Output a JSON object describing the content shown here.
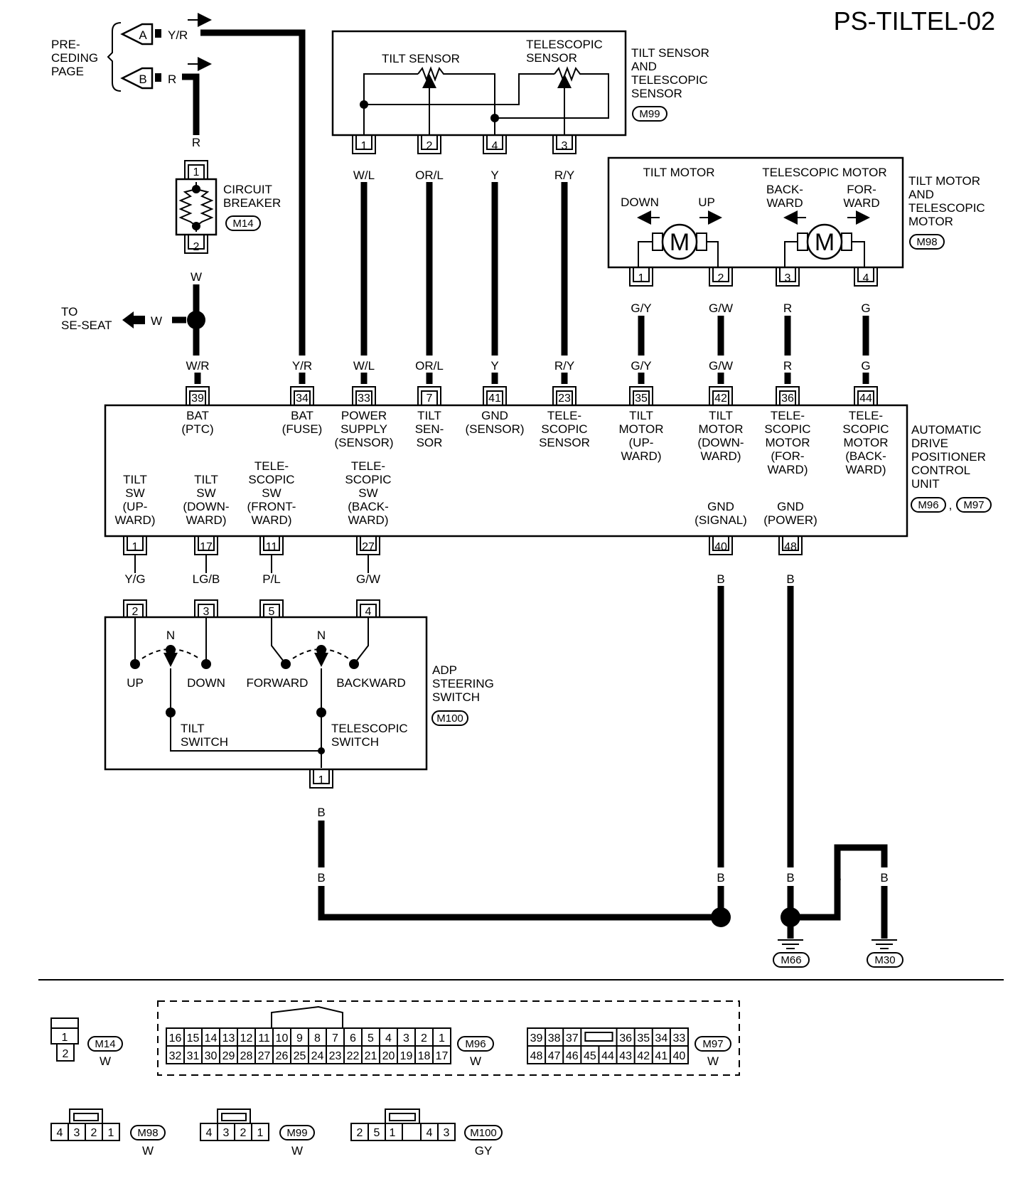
{
  "title": "PS-TILTEL-02",
  "preceding": {
    "line1": "PRE-",
    "line2": "CEDING",
    "line3": "PAGE",
    "a": "A",
    "b": "B",
    "yr": "Y/R",
    "r": "R"
  },
  "circuit_breaker": {
    "l1": "CIRCUIT",
    "l2": "BREAKER",
    "conn": "M14",
    "p1": "1",
    "p2": "2",
    "wire_top": "R",
    "wire_bot": "W"
  },
  "to_seseat": {
    "l1": "TO",
    "l2": "SE-SEAT",
    "wire": "W"
  },
  "sensor": {
    "tilt": "TILT SENSOR",
    "tele1": "TELESCOPIC",
    "tele2": "SENSOR",
    "n1": "TILT SENSOR",
    "n2": "AND",
    "n3": "TELESCOPIC",
    "n4": "SENSOR",
    "conn": "M99",
    "pins": [
      "1",
      "2",
      "4",
      "3"
    ],
    "wires": [
      "W/L",
      "OR/L",
      "Y",
      "R/Y"
    ]
  },
  "motor": {
    "tilt": "TILT MOTOR",
    "tele": "TELESCOPIC MOTOR",
    "down": "DOWN",
    "up": "UP",
    "back1": "BACK-",
    "back2": "WARD",
    "for1": "FOR-",
    "for2": "WARD",
    "m": "M",
    "n1": "TILT MOTOR",
    "n2": "AND",
    "n3": "TELESCOPIC",
    "n4": "MOTOR",
    "conn": "M98",
    "pins": [
      "1",
      "2",
      "3",
      "4"
    ],
    "wires": [
      "G/Y",
      "G/W",
      "R",
      "G"
    ]
  },
  "unit": {
    "n1": "AUTOMATIC",
    "n2": "DRIVE",
    "n3": "POSITIONER",
    "n4": "CONTROL",
    "n5": "UNIT",
    "conn1": "M96",
    "sep": ",",
    "conn2": "M97",
    "top_wires": [
      "W/R",
      "Y/R",
      "W/L",
      "OR/L",
      "Y",
      "R/Y",
      "G/Y",
      "G/W",
      "R",
      "G"
    ],
    "top_pins": [
      "39",
      "34",
      "33",
      "7",
      "41",
      "23",
      "35",
      "42",
      "36",
      "44"
    ],
    "top_labels": [
      [
        "BAT",
        "(PTC)"
      ],
      [
        "BAT",
        "(FUSE)"
      ],
      [
        "POWER",
        "SUPPLY",
        "(SENSOR)"
      ],
      [
        "TILT",
        "SEN-",
        "SOR"
      ],
      [
        "GND",
        "(SENSOR)"
      ],
      [
        "TELE-",
        "SCOPIC",
        "SENSOR"
      ],
      [
        "TILT",
        "MOTOR",
        "(UP-",
        "WARD)"
      ],
      [
        "TILT",
        "MOTOR",
        "(DOWN-",
        "WARD)"
      ],
      [
        "TELE-",
        "SCOPIC",
        "MOTOR",
        "(FOR-",
        "WARD)"
      ],
      [
        "TELE-",
        "SCOPIC",
        "MOTOR",
        "(BACK-",
        "WARD)"
      ]
    ],
    "bot_labels": [
      [
        "TILT",
        "SW",
        "(UP-",
        "WARD)"
      ],
      [
        "TILT",
        "SW",
        "(DOWN-",
        "WARD)"
      ],
      [
        "TELE-",
        "SCOPIC",
        "SW",
        "(FRONT-",
        "WARD)"
      ],
      [
        "TELE-",
        "SCOPIC",
        "SW",
        "(BACK-",
        "WARD)"
      ],
      [
        "GND",
        "(SIGNAL)"
      ],
      [
        "GND",
        "(POWER)"
      ]
    ],
    "bot_pins": [
      "1",
      "17",
      "11",
      "27",
      "40",
      "48"
    ],
    "bot_wires": [
      "Y/G",
      "LG/B",
      "P/L",
      "G/W",
      "B",
      "B"
    ]
  },
  "switch": {
    "pins": [
      "2",
      "3",
      "5",
      "4"
    ],
    "n": "N",
    "up": "UP",
    "down": "DOWN",
    "forward": "FORWARD",
    "backward": "BACKWARD",
    "tilt1": "TILT",
    "tilt2": "SWITCH",
    "tele1": "TELESCOPIC",
    "tele2": "SWITCH",
    "n1": "ADP",
    "n2": "STEERING",
    "n3": "SWITCH",
    "conn": "M100",
    "gpin": "1",
    "gwire": "B"
  },
  "ground": {
    "b": "B",
    "m66": "M66",
    "m30": "M30"
  },
  "connectors": {
    "m14": {
      "name": "M14",
      "color": "W",
      "pins": [
        "1",
        "2"
      ]
    },
    "m96": {
      "name": "M96",
      "color": "W",
      "row1": [
        "16",
        "15",
        "14",
        "13",
        "12",
        "11",
        "10",
        "9",
        "8",
        "7",
        "6",
        "5",
        "4",
        "3",
        "2",
        "1"
      ],
      "row2": [
        "32",
        "31",
        "30",
        "29",
        "28",
        "27",
        "26",
        "25",
        "24",
        "23",
        "22",
        "21",
        "20",
        "19",
        "18",
        "17"
      ]
    },
    "m97": {
      "name": "M97",
      "color": "W",
      "row1": [
        "39",
        "38",
        "37",
        "",
        "36",
        "35",
        "34",
        "33"
      ],
      "row2": [
        "48",
        "47",
        "46",
        "45",
        "44",
        "43",
        "42",
        "41",
        "40"
      ]
    },
    "m98": {
      "name": "M98",
      "color": "W",
      "pins": [
        "4",
        "3",
        "2",
        "1"
      ]
    },
    "m99": {
      "name": "M99",
      "color": "W",
      "pins": [
        "4",
        "3",
        "2",
        "1"
      ]
    },
    "m100": {
      "name": "M100",
      "color": "GY",
      "pins": [
        "2",
        "5",
        "1",
        "",
        "4",
        "3"
      ]
    }
  }
}
